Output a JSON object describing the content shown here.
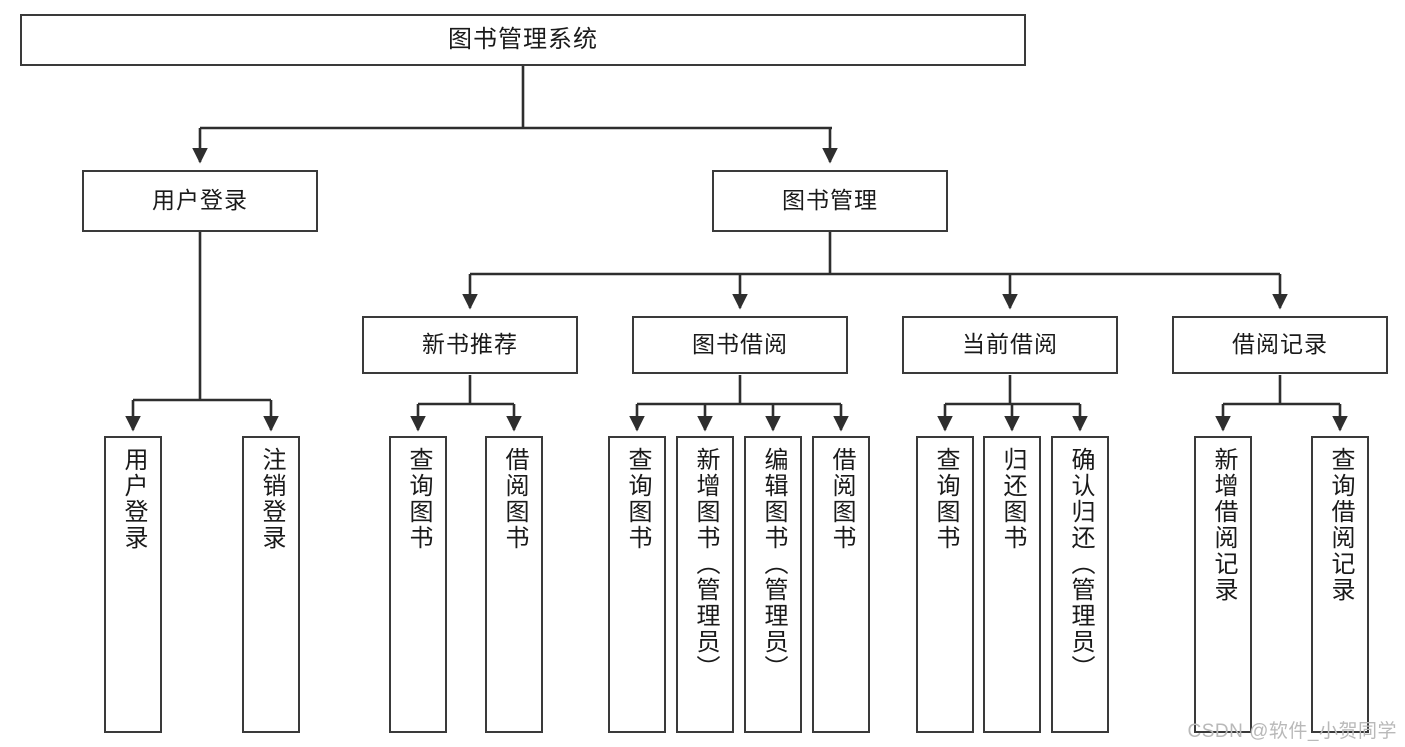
{
  "diagram": {
    "title": "图书管理系统",
    "type": "tree",
    "stroke_color": "#3a3a3a",
    "text_color": "#1a1a1a",
    "background_color": "#ffffff",
    "watermark": "CSDN @软件_小贺同学"
  },
  "nodes": {
    "root": {
      "label": "图书管理系统"
    },
    "level2": [
      {
        "id": "user-login",
        "label": "用户登录"
      },
      {
        "id": "book-manage",
        "label": "图书管理"
      }
    ],
    "level3": [
      {
        "id": "new-book-recommend",
        "label": "新书推荐"
      },
      {
        "id": "book-borrow",
        "label": "图书借阅"
      },
      {
        "id": "current-borrow",
        "label": "当前借阅"
      },
      {
        "id": "borrow-record",
        "label": "借阅记录"
      }
    ],
    "leaves": {
      "user_login": [
        {
          "id": "leaf-user-login",
          "label": "用户登录"
        },
        {
          "id": "leaf-logout-login",
          "label": "注销登录"
        }
      ],
      "new_book_recommend": [
        {
          "id": "leaf-query-book-1",
          "label": "查询图书"
        },
        {
          "id": "leaf-borrow-book-1",
          "label": "借阅图书"
        }
      ],
      "book_borrow": [
        {
          "id": "leaf-query-book-2",
          "label": "查询图书"
        },
        {
          "id": "leaf-add-book-admin",
          "label": "新增图书（管理员）"
        },
        {
          "id": "leaf-edit-book-admin",
          "label": "编辑图书（管理员）"
        },
        {
          "id": "leaf-borrow-book-2",
          "label": "借阅图书"
        }
      ],
      "current_borrow": [
        {
          "id": "leaf-query-book-3",
          "label": "查询图书"
        },
        {
          "id": "leaf-return-book",
          "label": "归还图书"
        },
        {
          "id": "leaf-confirm-return-admin",
          "label": "确认归还（管理员）"
        }
      ],
      "borrow_record": [
        {
          "id": "leaf-add-borrow-record",
          "label": "新增借阅记录"
        },
        {
          "id": "leaf-query-borrow-record",
          "label": "查询借阅记录"
        }
      ]
    }
  }
}
